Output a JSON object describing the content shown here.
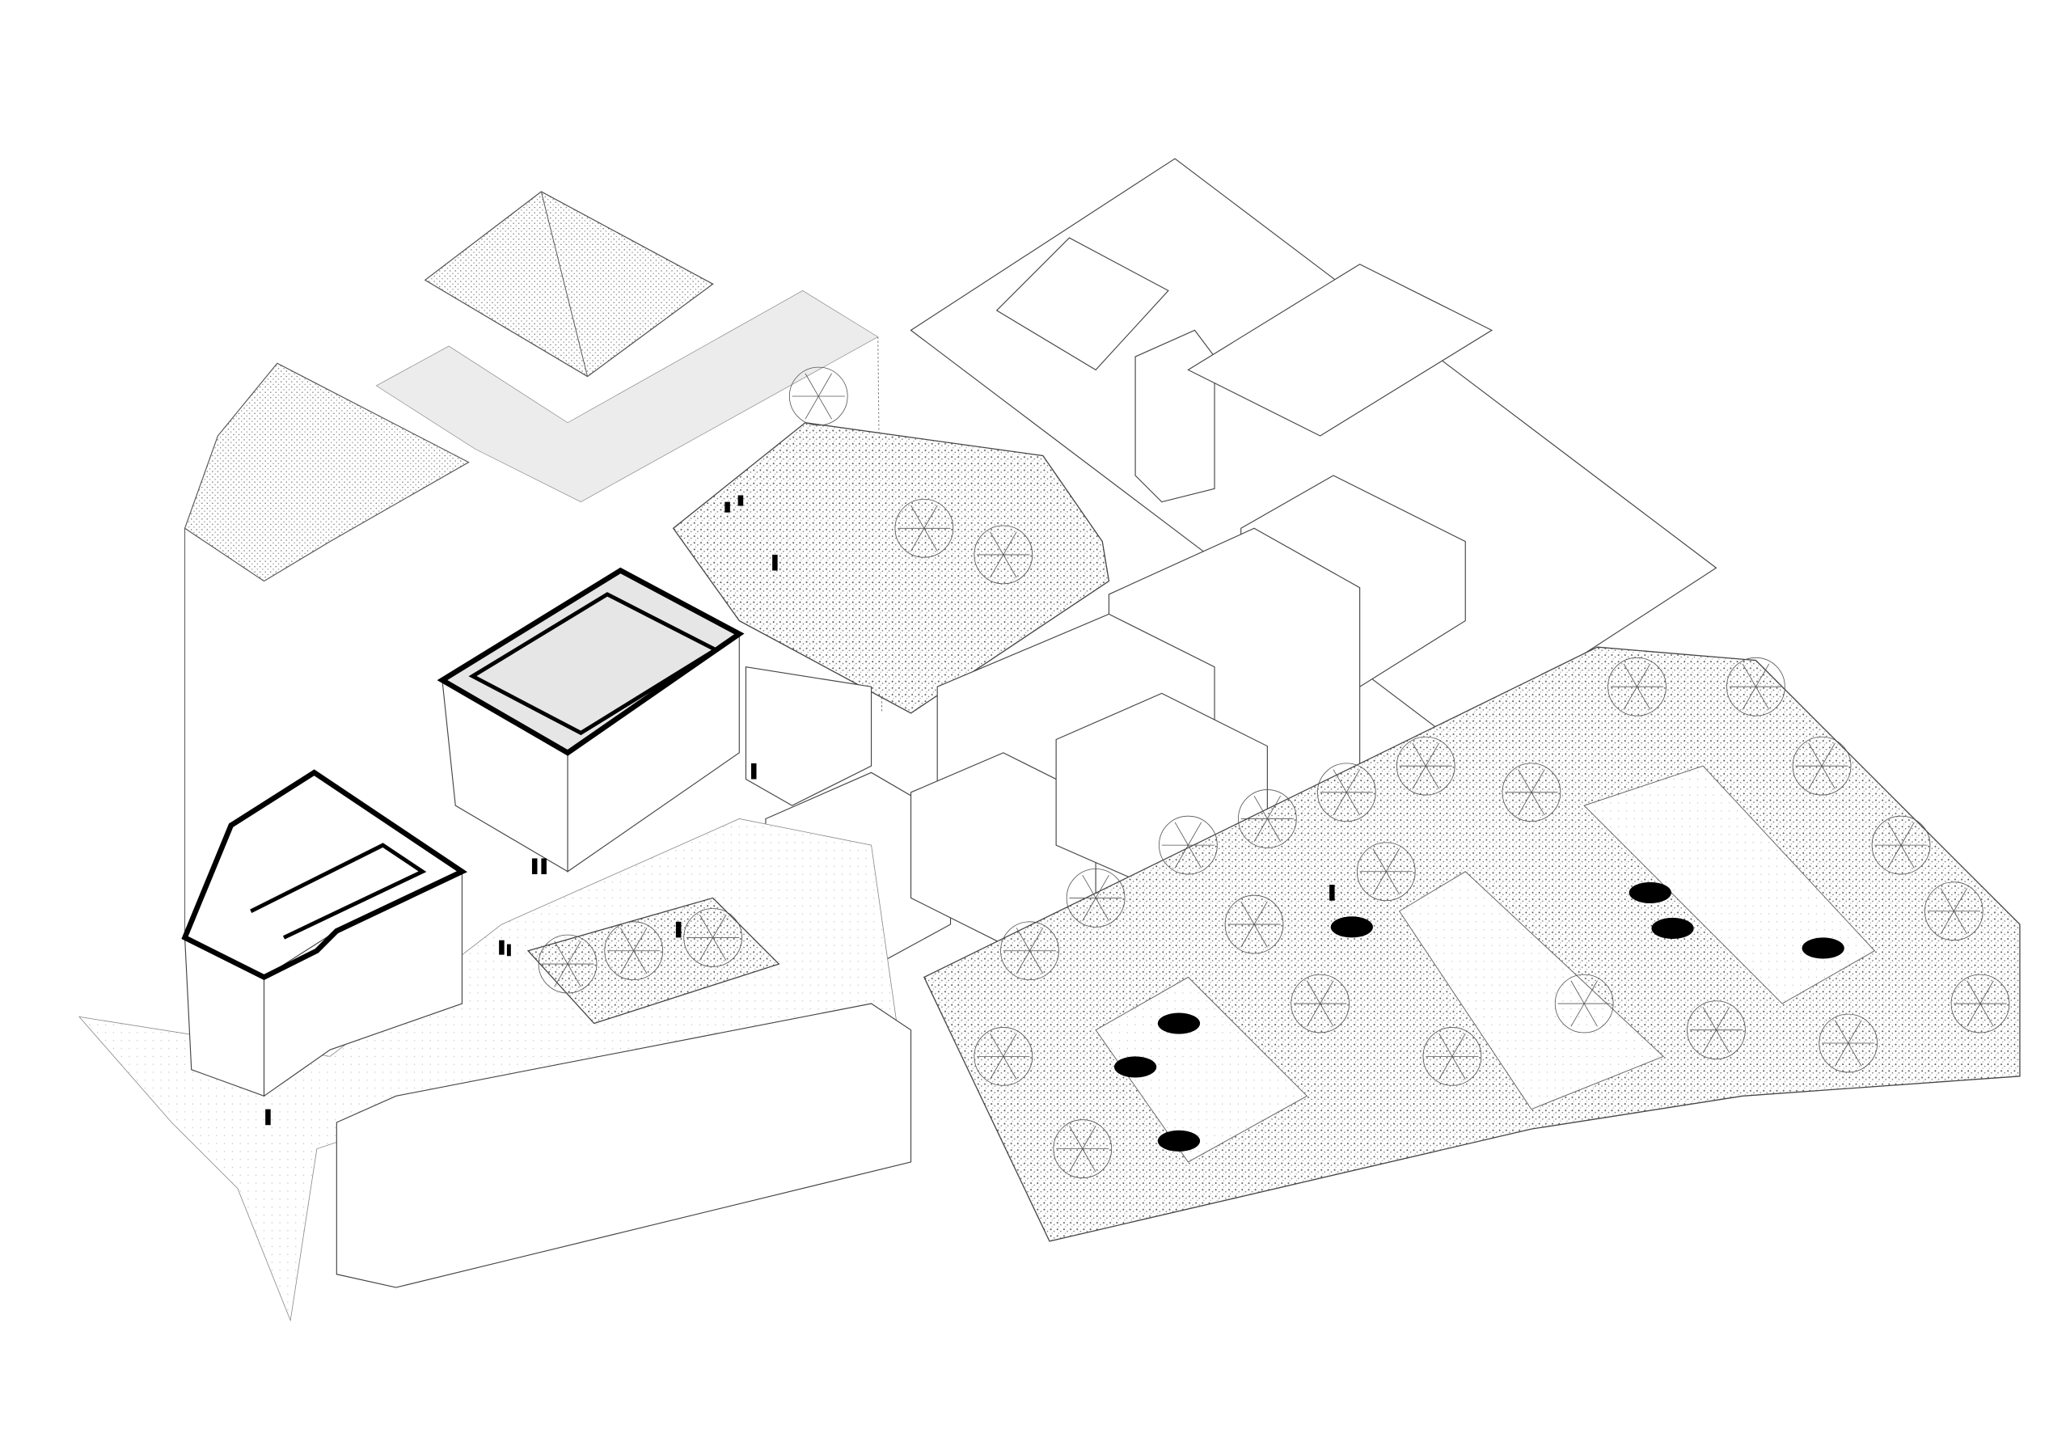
{
  "drawing": {
    "kind": "axonometric site plan",
    "colors": {
      "line": "#555555",
      "highlight_outline": "#000000",
      "flat_roof": "#ececec",
      "background": "#ffffff"
    },
    "cars_count": 7,
    "people_count": 11
  }
}
